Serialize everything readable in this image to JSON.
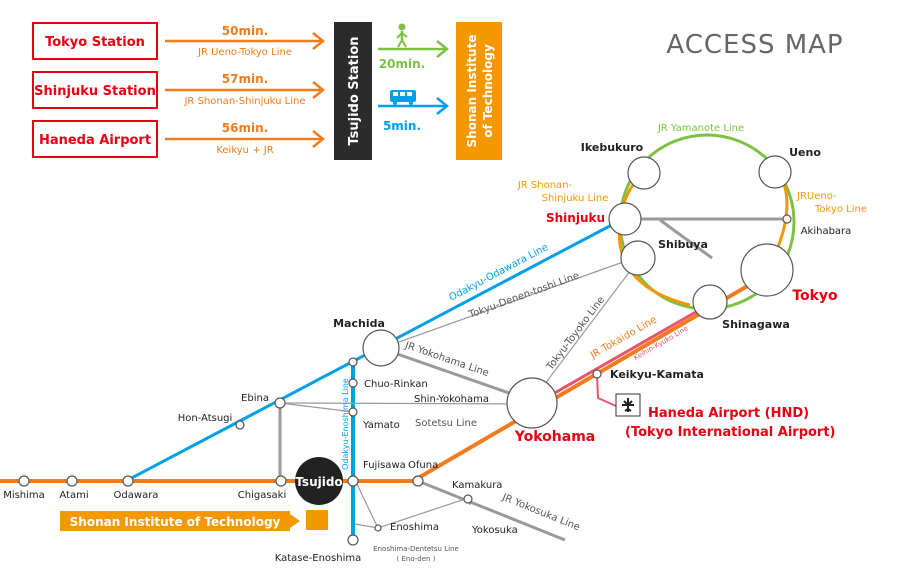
{
  "title": "ACCESS MAP",
  "colors": {
    "red": "#e60012",
    "orange": "#f07c1e",
    "jr_orange": "#f39800",
    "green": "#7cc242",
    "blue": "#00a0e9",
    "gray": "#9a9a9a",
    "dark": "#333333",
    "pink": "#e8546a",
    "black": "#222222"
  },
  "routes": [
    {
      "origin": "Tokyo Station",
      "time": "50min.",
      "line": "JR Ueno-Tokyo Line"
    },
    {
      "origin": "Shinjuku Station",
      "time": "57min.",
      "line": "JR Shonan-Shinjuku Line"
    },
    {
      "origin": "Haneda Airport",
      "time": "56min.",
      "line": "Keikyu + JR"
    }
  ],
  "hub": "Tsujido Station",
  "destination_line1": "Shonan Institute",
  "destination_line2": "of Technology",
  "walk_time": "20min.",
  "bus_time": "5min.",
  "icons": {
    "walk": "walking-person-icon",
    "bus": "bus-icon",
    "plane": "airplane-icon"
  },
  "stations": {
    "ikebukuro": "Ikebukuro",
    "ueno": "Ueno",
    "shinjuku": "Shinjuku",
    "shibuya": "Shibuya",
    "akihabara": "Akihabara",
    "tokyo": "Tokyo",
    "shinagawa": "Shinagawa",
    "machida": "Machida",
    "chuo_rinkan": "Chuo-Rinkan",
    "shin_yokohama": "Shin-Yokohama",
    "yokohama": "Yokohama",
    "yamato": "Yamato",
    "ebina": "Ebina",
    "hon_atsugi": "Hon-Atsugi",
    "keikyu_kamata": "Keikyu-Kamata",
    "haneda": "Haneda Airport (HND)",
    "haneda_sub": "(Tokyo International Airport)",
    "mishima": "Mishima",
    "atami": "Atami",
    "odawara": "Odawara",
    "chigasaki": "Chigasaki",
    "tsujido": "Tsujido",
    "fujisawa": "Fujisawa",
    "ofuna": "Ofuna",
    "kamakura": "Kamakura",
    "yokosuka": "Yokosuka",
    "enoshima": "Enoshima",
    "katase_enoshima": "Katase-Enoshima",
    "shonan_it": "Shonan Institute of Technology"
  },
  "lines": {
    "yamanote": "JR Yamanote Line",
    "shonan_shinjuku_1": "JR Shonan-",
    "shonan_shinjuku_2": "Shinjuku Line",
    "ueno_tokyo_1": "JRUeno-",
    "ueno_tokyo_2": "Tokyo Line",
    "odakyu_odawara": "Odakyu-Odawara Line",
    "tokyu_denen": "Tokyu-Denen-toshi Line",
    "tokyu_toyoko": "Tokyu-Toyoko Line",
    "jr_tokaido": "JR Tokaido Line",
    "keihin_kyuko": "Keihin-Kyuko Line",
    "jr_yokohama": "JR Yokohama Line",
    "sotetsu": "Sotetsu Line",
    "odakyu_enoshima": "Odakyu-Enoshima Line",
    "jr_yokosuka": "JR Yokosuka Line",
    "enoden_1": "Enoshima-Dentetsu Line",
    "enoden_2": "( Eno-den )"
  }
}
